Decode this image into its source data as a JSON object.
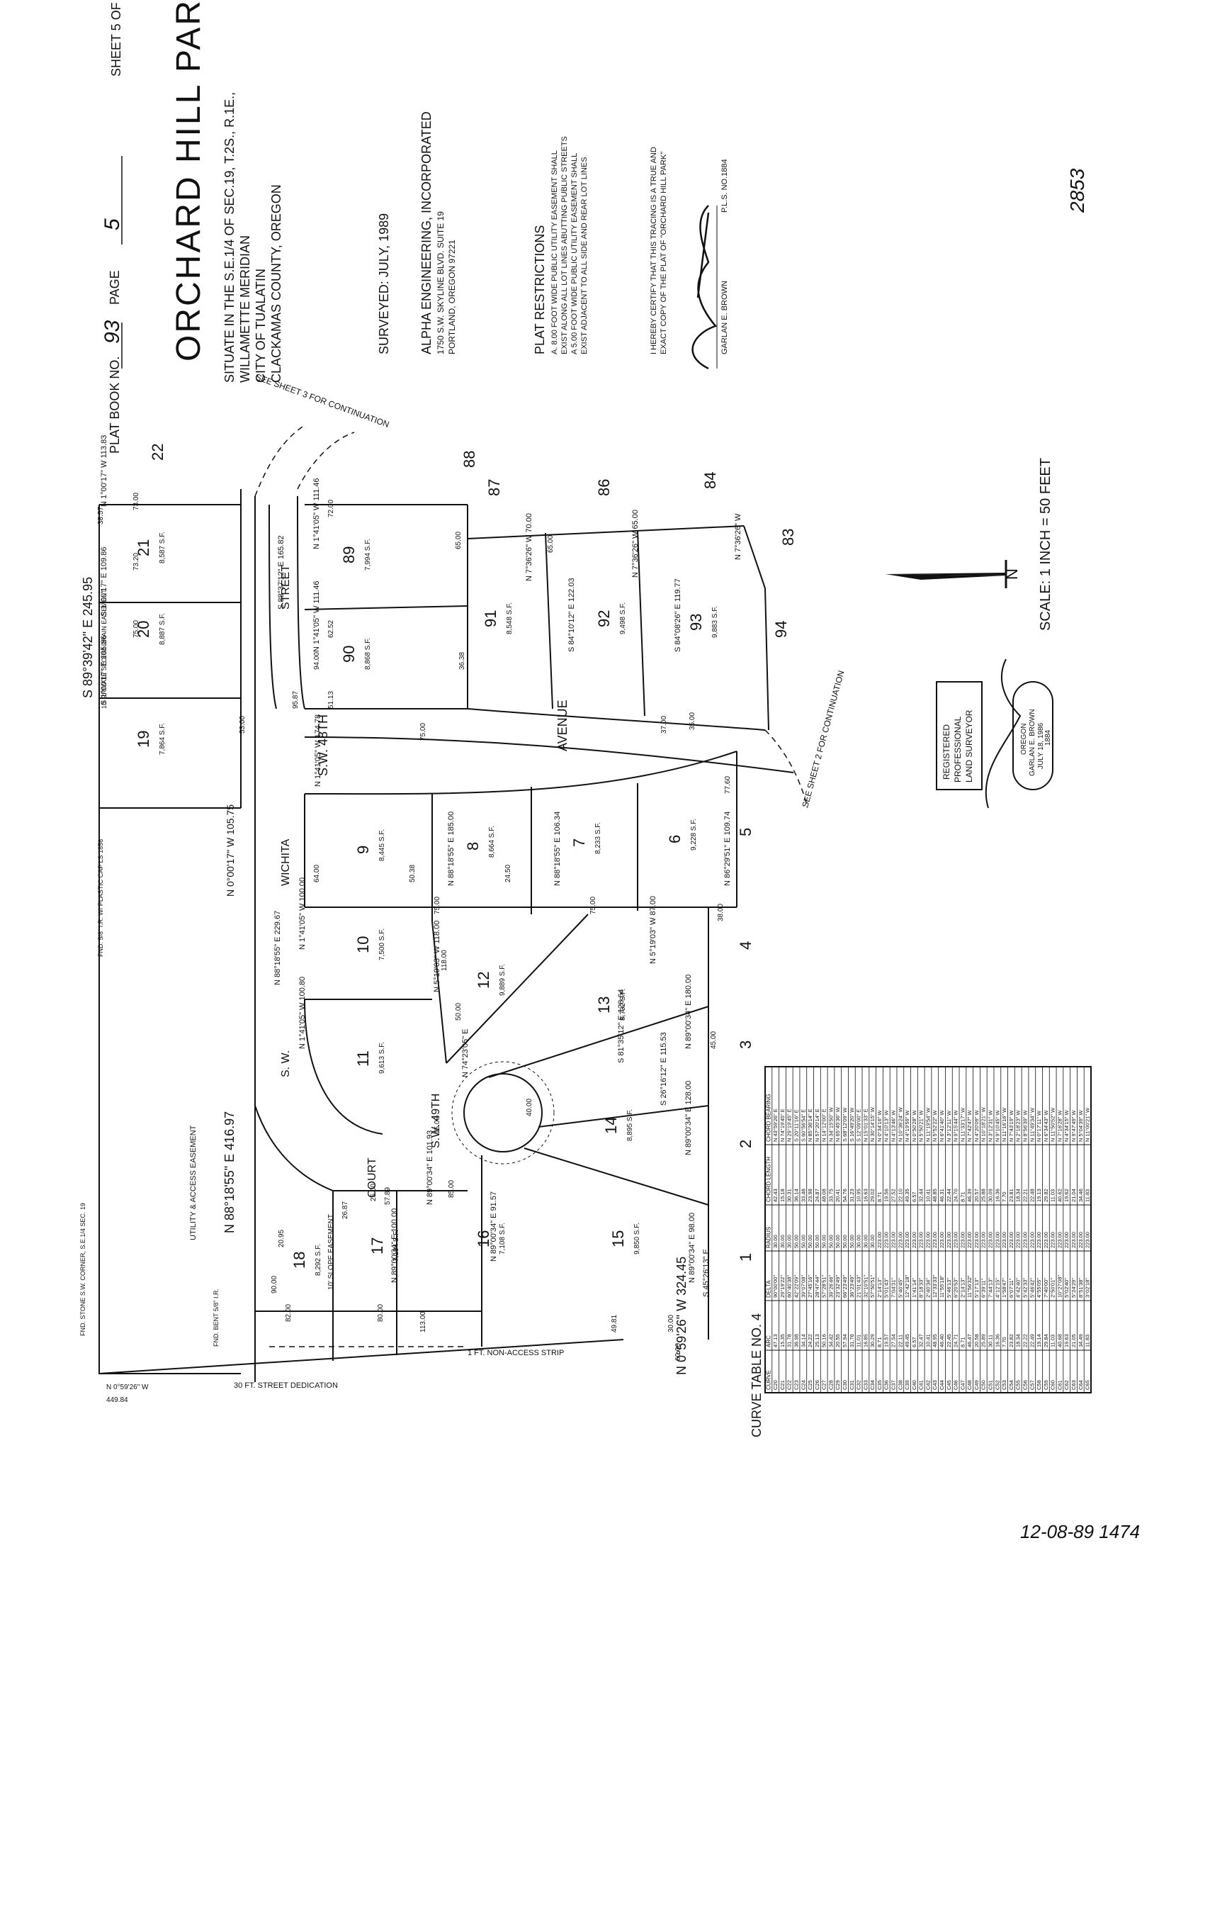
{
  "title": {
    "sheet": "SHEET 5 OF",
    "plat_book_label": "PLAT BOOK NO.",
    "plat_book_no": "93",
    "page_label": "PAGE",
    "page_no": "5",
    "name": "ORCHARD HILL PARK",
    "location": [
      "SITUATE IN THE S.E.1/4 OF SEC.19, T.2S., R.1E.,",
      "WILLAMETTE MERIDIAN",
      "CITY OF TUALATIN",
      "CLACKAMAS COUNTY, OREGON"
    ],
    "surveyed": "SURVEYED: JULY, 1989",
    "engineer": [
      "ALPHA ENGINEERING, INCORPORATED",
      "1750 S.W. SKYLINE BLVD. SUITE 19",
      "PORTLAND, OREGON 97221"
    ],
    "restrictions_title": "PLAT RESTRICTIONS",
    "restrictions": [
      "A. 8.00 FOOT WIDE PUBLIC UTILITY EASEMENT SHALL",
      "EXIST ALONG ALL LOT LINES ABUTTING PUBLIC STREETS",
      "A 5.00 FOOT WIDE PUBLIC UTILITY EASEMENT SHALL",
      "EXIST ADJACENT TO ALL SIDE AND REAR LOT LINES"
    ],
    "certify": [
      "I HEREBY CERTIFY THAT THIS TRACING IS A TRUE AND",
      "EXACT COPY OF THE PLAT OF \"ORCHARD HILL PARK\""
    ],
    "surveyor_name": "GARLAN E. BROWN",
    "pls": "P.L.S. NO.1884",
    "doc_number": "2853"
  },
  "stamp": {
    "lines": [
      "REGISTERED",
      "PROFESSIONAL",
      "LAND SURVEYOR"
    ],
    "sub": [
      "OREGON",
      "GARLAN E. BROWN",
      "JULY 18, 1986",
      "1884"
    ]
  },
  "north": "N",
  "scale": "SCALE: 1 INCH = 50 FEET",
  "streets": {
    "sw48": "S.W. 48TH",
    "avenue": "AVENUE",
    "sw49": "S.W. 49TH",
    "court": "COURT",
    "wichita": "WICHITA",
    "street": "STREET",
    "sw": "S. W."
  },
  "boundary": {
    "north": "S 89°39'42\" E  245.95",
    "west": "N 88°18'55\" E  416.97",
    "south": "N 0°59'26\" W  324.45",
    "nw": "N 0°00'17\" W  105.75",
    "sw_tie": "N 0°59'26\" W",
    "sw_tie_dist": "449.84"
  },
  "notes": {
    "see3": "SEE SHEET 3 FOR CONTINUATION",
    "see2": "SEE SHEET 2 FOR CONTINUATION",
    "dedication": "30 FT. STREET DEDICATION",
    "nonaccess": "1 FT. NON-ACCESS STRIP",
    "utility": "UTILITY & ACCESS EASEMENT",
    "slope": "10' SLOPE EASEMENT",
    "storm": "10' PRIVATE STORM DRAIN EASEMENT",
    "stone": "FND. STONE S.W. CORNER, S.E.1/4 SEC. 19",
    "fnd_ir": "FND. 5/8\" I.R. W/ PLASTIC CAP LS 1856",
    "fnd_ir2": "FND. BENT 5/8\" I.R."
  },
  "lots": [
    {
      "n": "19",
      "a": "7,864 S.F."
    },
    {
      "n": "20",
      "a": "8,887 S.F."
    },
    {
      "n": "21",
      "a": "8,587 S.F."
    },
    {
      "n": "22",
      "a": ""
    },
    {
      "n": "89",
      "a": "7,994 S.F."
    },
    {
      "n": "90",
      "a": "8,868 S.F."
    },
    {
      "n": "91",
      "a": "8,548 S.F."
    },
    {
      "n": "92",
      "a": "9,498 S.F."
    },
    {
      "n": "93",
      "a": "9,883 S.F."
    },
    {
      "n": "88",
      "a": ""
    },
    {
      "n": "87",
      "a": ""
    },
    {
      "n": "86",
      "a": ""
    },
    {
      "n": "84",
      "a": ""
    },
    {
      "n": "83",
      "a": ""
    },
    {
      "n": "94",
      "a": ""
    },
    {
      "n": "9",
      "a": "8,445 S.F."
    },
    {
      "n": "8",
      "a": "8,664 S.F."
    },
    {
      "n": "7",
      "a": "8,233 S.F."
    },
    {
      "n": "6",
      "a": "9,228 S.F."
    },
    {
      "n": "5",
      "a": ""
    },
    {
      "n": "10",
      "a": "7,500 S.F."
    },
    {
      "n": "11",
      "a": "9,613 S.F."
    },
    {
      "n": "12",
      "a": "9,889 S.F."
    },
    {
      "n": "13",
      "a": "8,732 S.F."
    },
    {
      "n": "4",
      "a": ""
    },
    {
      "n": "3",
      "a": ""
    },
    {
      "n": "14",
      "a": "8,895 S.F."
    },
    {
      "n": "2",
      "a": ""
    },
    {
      "n": "15",
      "a": "9,850 S.F."
    },
    {
      "n": "1",
      "a": ""
    },
    {
      "n": "16",
      "a": "7,108 S.F."
    },
    {
      "n": "17",
      "a": "7,184 S.F."
    },
    {
      "n": "18",
      "a": "8,292 S.F."
    }
  ],
  "bearings": [
    "N 1°00'17\" W  113.83",
    "S 1°00'17\" E  109.86",
    "S 1°00'17\" E  105.86",
    "N 1°41'05\" W  111.46",
    "N 1°41'05\" W  111.46",
    "S 88°37'12\" E  165.82",
    "N 1°41'05\" W  174.78",
    "N 7°36'26\" W  70.00",
    "N 7°36'26\" W  65.00",
    "N 7°36'26\" W",
    "S 84°10'12\" E  122.03",
    "S 84°08'26\" E  119.77",
    "N 88°18'55\" E  229.67",
    "N 1°41'05\" W  100.00",
    "N 1°41'05\" W  100.80",
    "N 88°18'55\" E  185.00",
    "N 88°18'55\" E  106.34",
    "N 86°29'51\" E  109.74",
    "N 5°19'03\" W  118.00",
    "N 5°19'03\" W  87.00",
    "S 81°35'12\" E  128.64",
    "S 26°16'12\" E  115.53",
    "N 89°00'34\" E  180.00",
    "N 89°00'34\" E  128.00",
    "N 89°00'34\" E  98.00",
    "N 89°00'34\" E  91.57",
    "N 89°00'34\" E  100.00",
    "N 89°00'34\" E  101.93",
    "S 45°26'13\" E",
    "N 74°23'05\" E"
  ],
  "dims": [
    "73.00",
    "75.00",
    "73.20",
    "53.00",
    "94.00",
    "36.38",
    "65.00",
    "65.00",
    "75.00",
    "64.00",
    "50.38",
    "24.50",
    "77.60",
    "75.00",
    "75.00",
    "118.00",
    "50.00",
    "38.00",
    "45.00",
    "40.00",
    "25.00",
    "57.89",
    "26.87",
    "82.00",
    "80.00",
    "113.00",
    "49.81",
    "30.00",
    "60.00",
    "90.00",
    "20.95",
    "38.57",
    "51.13",
    "37.00",
    "35.00",
    "15.00",
    "85.00",
    "72.00",
    "62.52",
    "95.87"
  ],
  "curve_table": {
    "title": "CURVE TABLE  NO. 4",
    "headers": [
      "CURVE",
      "ARC",
      "DELTA",
      "RADIUS",
      "CHORD LENGTH",
      "CHORD BEARING"
    ],
    "rows": [
      [
        "C20",
        "47.13",
        "90°00'00\"",
        "30.00",
        "42.43",
        "N 43°59'26\" E"
      ],
      [
        "C21",
        "15.35",
        "29°19'22\"",
        "30.00",
        "15.18",
        "N 74°19'45\" E"
      ],
      [
        "C22",
        "31.78",
        "60°40'38\"",
        "30.00",
        "30.31",
        "N 29°19'45\" E"
      ],
      [
        "C23",
        "36.98",
        "42°22'09\"",
        "50.00",
        "36.14",
        "S 20°11'16\" E"
      ],
      [
        "C24",
        "34.14",
        "39°07'08\"",
        "50.00",
        "33.48",
        "S 60°56'54\" E"
      ],
      [
        "C25",
        "24.22",
        "27°45'16\"",
        "50.00",
        "23.98",
        "N 85°36'14\" E"
      ],
      [
        "C26",
        "25.13",
        "28°47'44\"",
        "50.00",
        "24.87",
        "N 57°20'14\" E"
      ],
      [
        "C27",
        "50.16",
        "57°28'51\"",
        "50.00",
        "48.08",
        "N 14°12'00\" E"
      ],
      [
        "C28",
        "34.42",
        "39°26'46\"",
        "50.00",
        "33.75",
        "N 34°15'50\" W"
      ],
      [
        "C29",
        "20.55",
        "23°32'49\"",
        "50.00",
        "20.41",
        "N 65°45'36\" W"
      ],
      [
        "C30",
        "57.94",
        "66°23'49\"",
        "50.00",
        "54.76",
        "S 68°12'09\" W"
      ],
      [
        "C31",
        "31.76",
        "36°23'49\"",
        "50.00",
        "31.23",
        "S 16°49'20\" W"
      ],
      [
        "C32",
        "11.01",
        "21°01'43\"",
        "30.00",
        "10.95",
        "S 12°09'00\" E"
      ],
      [
        "C33",
        "16.85",
        "32°10'51\"",
        "30.00",
        "16.63",
        "N 15°01'33\" E"
      ],
      [
        "C34",
        "30.29",
        "57°50'51\"",
        "30.00",
        "29.02",
        "N 30°14'15\" W"
      ],
      [
        "C35",
        "8.71",
        "2°14'13\"",
        "223.00",
        "8.71",
        "N 0°34'16\" W"
      ],
      [
        "C36",
        "19.57",
        "5°01'43\"",
        "223.00",
        "19.56",
        "N 4°10'13\" W"
      ],
      [
        "C37",
        "27.54",
        "7°04'31\"",
        "223.00",
        "27.52",
        "N 4°13'46\" W"
      ],
      [
        "C38",
        "22.11",
        "5°40'45\"",
        "223.00",
        "22.10",
        "N 10°36'24\" W"
      ],
      [
        "C39",
        "49.45",
        "12°42'18\"",
        "223.00",
        "49.35",
        "N 4°19'59\" W"
      ],
      [
        "C40",
        "6.57",
        "1°41'14\"",
        "223.00",
        "6.57",
        "N 0°50'28\" W"
      ],
      [
        "C41",
        "32.47",
        "8°18'33\"",
        "223.00",
        "32.44",
        "N 5°50'21\" W"
      ],
      [
        "C42",
        "10.41",
        "2°40'34\"",
        "223.00",
        "10.41",
        "N 11°19'54\" W"
      ],
      [
        "C43",
        "48.95",
        "12°33'33\"",
        "223.00",
        "48.85",
        "N 5°52'22\" W"
      ],
      [
        "C44",
        "46.40",
        "11°55'18\"",
        "223.00",
        "46.31",
        "N 6°41'40\" W"
      ],
      [
        "C45",
        "22.45",
        "5°46'13\"",
        "223.00",
        "22.44",
        "N 3°12'11\" W"
      ],
      [
        "C46",
        "24.71",
        "6°20'53\"",
        "223.00",
        "24.70",
        "N 9°15'44\" W"
      ],
      [
        "C47",
        "8.71",
        "2°14'13\"",
        "223.00",
        "8.71",
        "N 11°33'17\" W"
      ],
      [
        "C48",
        "46.47",
        "11°56'32\"",
        "223.00",
        "46.39",
        "N 7°42'47\" W"
      ],
      [
        "C49",
        "20.58",
        "5°17'13\"",
        "223.00",
        "20.57",
        "N 4°20'09\" W"
      ],
      [
        "C50",
        "25.89",
        "6°39'11\"",
        "223.00",
        "25.88",
        "N 10°18'21\" W"
      ],
      [
        "C51",
        "30.11",
        "7°44'13\"",
        "223.00",
        "30.09",
        "N 3°12'31\" W"
      ],
      [
        "C52",
        "16.36",
        "4°12'15\"",
        "223.00",
        "16.36",
        "N 9°10'45\" W"
      ],
      [
        "C53",
        "7.70",
        "1°58'47\"",
        "223.00",
        "7.70",
        "N 11°16'16\" W"
      ],
      [
        "C54",
        "23.82",
        "6°07'11\"",
        "223.00",
        "23.81",
        "N 7°43'19\" W"
      ],
      [
        "C55",
        "18.34",
        "4°42'40\"",
        "223.00",
        "18.34",
        "N 2°18'23\" W"
      ],
      [
        "C56",
        "22.22",
        "5°42'33\"",
        "223.00",
        "22.21",
        "N 8°56'39\" W"
      ],
      [
        "C57",
        "22.49",
        "5°46'42\"",
        "223.00",
        "22.48",
        "N 11°49'34\" W"
      ],
      [
        "C58",
        "19.14",
        "4°55'05\"",
        "223.00",
        "19.13",
        "N 0°17'11\" W"
      ],
      [
        "C59",
        "29.84",
        "7°40'00\"",
        "223.00",
        "29.82",
        "N 6°34'43\" W"
      ],
      [
        "C60",
        "11.03",
        "2°50'01\"",
        "223.00",
        "11.03",
        "N 11°50'52\" W"
      ],
      [
        "C61",
        "40.68",
        "10°27'08\"",
        "223.00",
        "40.62",
        "N 7°16'28\" W"
      ],
      [
        "C62",
        "19.63",
        "5°02'40\"",
        "223.00",
        "19.62",
        "N 4°34'15\" W"
      ],
      [
        "C63",
        "21.05",
        "5°24'29\"",
        "223.00",
        "21.04",
        "N 9°47'49\" W"
      ],
      [
        "C64",
        "34.49",
        "8°51'38\"",
        "223.00",
        "34.46",
        "N 5°04'39\" W"
      ],
      [
        "C65",
        "11.83",
        "3°02'18\"",
        "223.00",
        "11.83",
        "N 11°00'21\" W"
      ]
    ]
  },
  "handwritten_id": "12-08-89 1474"
}
